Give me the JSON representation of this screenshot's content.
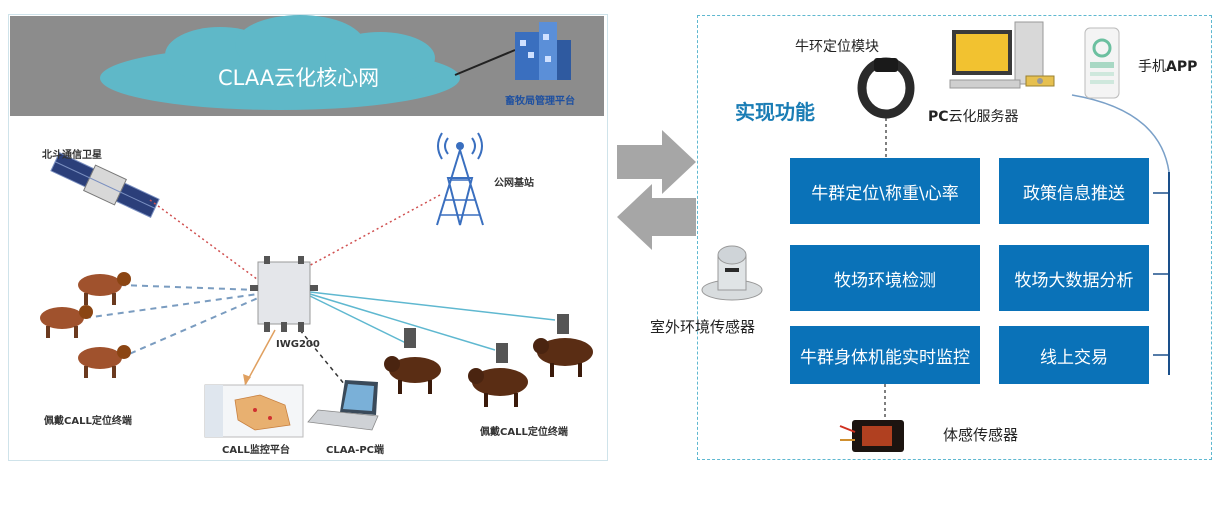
{
  "left": {
    "cloud_label": "CLAA云化核心网",
    "platform_label": "畜牧局管理平台",
    "satellite_label": "北斗通信卫星",
    "tower_label": "公网基站",
    "gateway_label": "IWG200",
    "tag_label_left": "佩戴CALL定位终端",
    "tag_label_right": "佩戴CALL定位终端",
    "monitor_label": "CALL监控平台",
    "pc_label": "CLAA-PC端"
  },
  "right": {
    "title": "实现功能",
    "collar_label": "牛环定位模块",
    "pc_server_bold": "PC",
    "pc_server_rest": "云化服务器",
    "phone_label_prefix": "手机",
    "phone_label_bold": "APP",
    "outdoor_sensor_label": "室外环境传感器",
    "body_sensor_label": "体感传感器",
    "functions": [
      "牛群定位\\称重\\心率",
      "政策信息推送",
      "牧场环境检测",
      "牧场大数据分析",
      "牛群身体机能实时监控",
      "线上交易"
    ]
  },
  "colors": {
    "cloud": "#5fb8c8",
    "top_band": "#8c8c8c",
    "box_blue": "#0a72b8",
    "title_blue": "#1a7db5",
    "arrow_gray": "#a6a6a6",
    "dashed_border": "#5fb8d0"
  }
}
